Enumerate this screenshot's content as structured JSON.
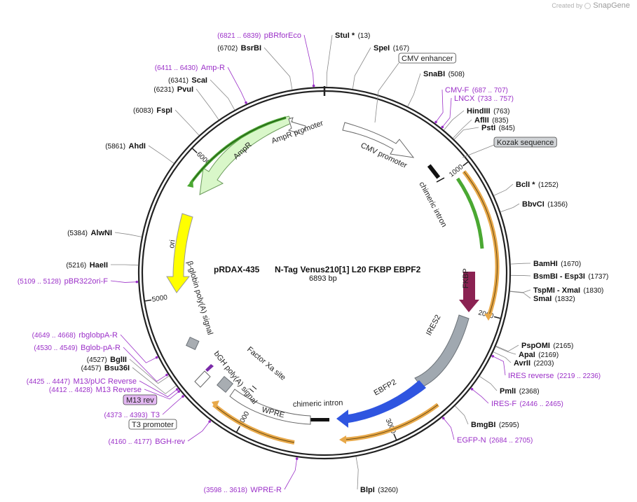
{
  "watermark": {
    "prefix": "Created by",
    "brand": "SnapGene"
  },
  "plasmid": {
    "name": "pRDAX-435",
    "description": "N-Tag Venus210[1] L20 FKBP EBPF2",
    "length_label": "6893 bp",
    "length": 6893
  },
  "colors": {
    "primer": "#9b30c8",
    "gold": "#e8a94a",
    "green": "#4aa832",
    "lightgreen": "#d9f7c9",
    "yellow": "#ffff00",
    "fkbp": "#8b2252",
    "ires": "#a0a8b0",
    "ebfp": "#2f55e0",
    "grey_box": "#a8adb2"
  },
  "ticks": [
    {
      "bp": 1000,
      "label": "1000"
    },
    {
      "bp": 2000,
      "label": "2000"
    },
    {
      "bp": 3000,
      "label": "3000"
    },
    {
      "bp": 4000,
      "label": "4000"
    },
    {
      "bp": 5000,
      "label": "5000"
    },
    {
      "bp": 6000,
      "label": "6000"
    }
  ],
  "enzymes": [
    {
      "name": "StuI *",
      "pos": "(13)",
      "bp": 13
    },
    {
      "name": "SpeI",
      "pos": "(167)",
      "bp": 167
    },
    {
      "name": "SnaBI",
      "pos": "(508)",
      "bp": 508
    },
    {
      "name": "HindIII",
      "pos": "(763)",
      "bp": 763
    },
    {
      "name": "AflII",
      "pos": "(835)",
      "bp": 835
    },
    {
      "name": "PstI",
      "pos": "(845)",
      "bp": 845
    },
    {
      "name": "BclI *",
      "pos": "(1252)",
      "bp": 1252
    },
    {
      "name": "BbvCI",
      "pos": "(1356)",
      "bp": 1356
    },
    {
      "name": "BamHI",
      "pos": "(1670)",
      "bp": 1670
    },
    {
      "name": "BsmBI - Esp3I",
      "pos": "(1737)",
      "bp": 1737
    },
    {
      "name": "TspMI - XmaI",
      "pos": "(1830)",
      "bp": 1830
    },
    {
      "name": "SmaI",
      "pos": "(1832)",
      "bp": 1832
    },
    {
      "name": "PspOMI",
      "pos": "(2165)",
      "bp": 2165
    },
    {
      "name": "ApaI",
      "pos": "(2169)",
      "bp": 2169
    },
    {
      "name": "AvrII",
      "pos": "(2203)",
      "bp": 2203
    },
    {
      "name": "PmlI",
      "pos": "(2368)",
      "bp": 2368
    },
    {
      "name": "BmgBI",
      "pos": "(2595)",
      "bp": 2595
    },
    {
      "name": "BlpI",
      "pos": "(3260)",
      "bp": 3260
    },
    {
      "name": "Bsu36I",
      "pos": "(4457)",
      "bp": 4457
    },
    {
      "name": "BglII",
      "pos": "(4527)",
      "bp": 4527
    },
    {
      "name": "HaeII",
      "pos": "(5216)",
      "bp": 5216
    },
    {
      "name": "AlwNI",
      "pos": "(5384)",
      "bp": 5384
    },
    {
      "name": "AhdI",
      "pos": "(5861)",
      "bp": 5861
    },
    {
      "name": "FspI",
      "pos": "(6083)",
      "bp": 6083
    },
    {
      "name": "PvuI",
      "pos": "(6231)",
      "bp": 6231
    },
    {
      "name": "ScaI",
      "pos": "(6341)",
      "bp": 6341
    },
    {
      "name": "BsrBI",
      "pos": "(6702)",
      "bp": 6702
    }
  ],
  "primers": [
    {
      "name": "pBRforEco",
      "pos": "(6821 .. 6839)",
      "bp": 6830
    },
    {
      "name": "Amp-R",
      "pos": "(6411 .. 6430)",
      "bp": 6420
    },
    {
      "name": "CMV-F",
      "pos": "(687 .. 707)",
      "bp": 697
    },
    {
      "name": "LNCX",
      "pos": "(733 .. 757)",
      "bp": 745
    },
    {
      "name": "IRES reverse",
      "pos": "(2219 .. 2236)",
      "bp": 2227
    },
    {
      "name": "IRES-F",
      "pos": "(2446 .. 2465)",
      "bp": 2455
    },
    {
      "name": "EGFP-N",
      "pos": "(2684 .. 2705)",
      "bp": 2694
    },
    {
      "name": "WPRE-R",
      "pos": "(3598 .. 3618)",
      "bp": 3608
    },
    {
      "name": "BGH-rev",
      "pos": "(4160 .. 4177)",
      "bp": 4168
    },
    {
      "name": "T3",
      "pos": "(4373 .. 4393)",
      "bp": 4383
    },
    {
      "name": "M13 Reverse",
      "pos": "(4412 .. 4428)",
      "bp": 4420
    },
    {
      "name": "M13/pUC Reverse",
      "pos": "(4425 .. 4447)",
      "bp": 4436
    },
    {
      "name": "Bglob-pA-R",
      "pos": "(4530 .. 4549)",
      "bp": 4540
    },
    {
      "name": "rbglobpA-R",
      "pos": "(4649 .. 4668)",
      "bp": 4658
    },
    {
      "name": "pBR322ori-F",
      "pos": "(5109 .. 5128)",
      "bp": 5118
    }
  ],
  "boxed_labels": [
    {
      "name": "CMV enhancer",
      "bp": 260,
      "style": "white"
    },
    {
      "name": "Kozak sequence",
      "bp": 1010,
      "style": "grey"
    },
    {
      "name": "M13 rev",
      "bp": 4420,
      "style": "purple"
    },
    {
      "name": "T3 promoter",
      "bp": 4383,
      "style": "white"
    }
  ],
  "features": [
    {
      "name": "CMV promoter",
      "bp": 520
    },
    {
      "name": "chimeric intron",
      "bp": 1050
    },
    {
      "name": "FKBP",
      "bp": 1900
    },
    {
      "name": "IRES2",
      "bp": 2430
    },
    {
      "name": "EBFP2",
      "bp": 2980
    },
    {
      "name": "chimeric intron",
      "bp": 3350
    },
    {
      "name": "WPRE",
      "bp": 3780
    },
    {
      "name": "bGH poly(A) signal",
      "bp": 4050
    },
    {
      "name": "Factor Xa site",
      "bp": 4110
    },
    {
      "name": "β-globin poly(A) signal",
      "bp": 4700
    },
    {
      "name": "ori",
      "bp": 5520
    },
    {
      "name": "AmpR",
      "bp": 6150
    },
    {
      "name": "AmpR promoter",
      "bp": 6650
    }
  ]
}
